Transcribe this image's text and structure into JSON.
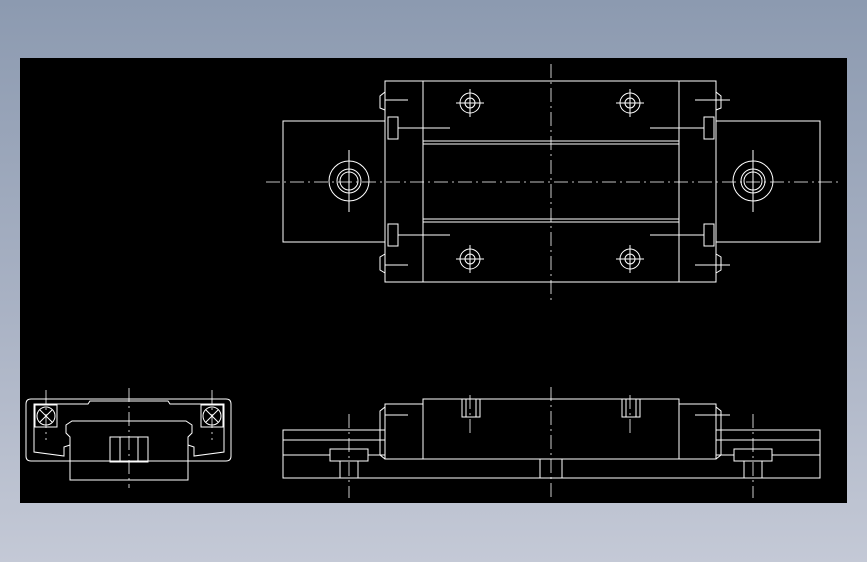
{
  "app": {
    "background_gradient": [
      "#8c9ab0",
      "#c4c9d6"
    ],
    "canvas_background": "#000000",
    "line_color": "#ffffff",
    "centerline_dash": "dash-dot"
  },
  "drawing": {
    "subject": "linear-guide-carriage-block",
    "views": [
      {
        "id": "top-view",
        "kind": "plan"
      },
      {
        "id": "end-view",
        "kind": "end-section"
      },
      {
        "id": "side-view",
        "kind": "elevation"
      }
    ]
  }
}
